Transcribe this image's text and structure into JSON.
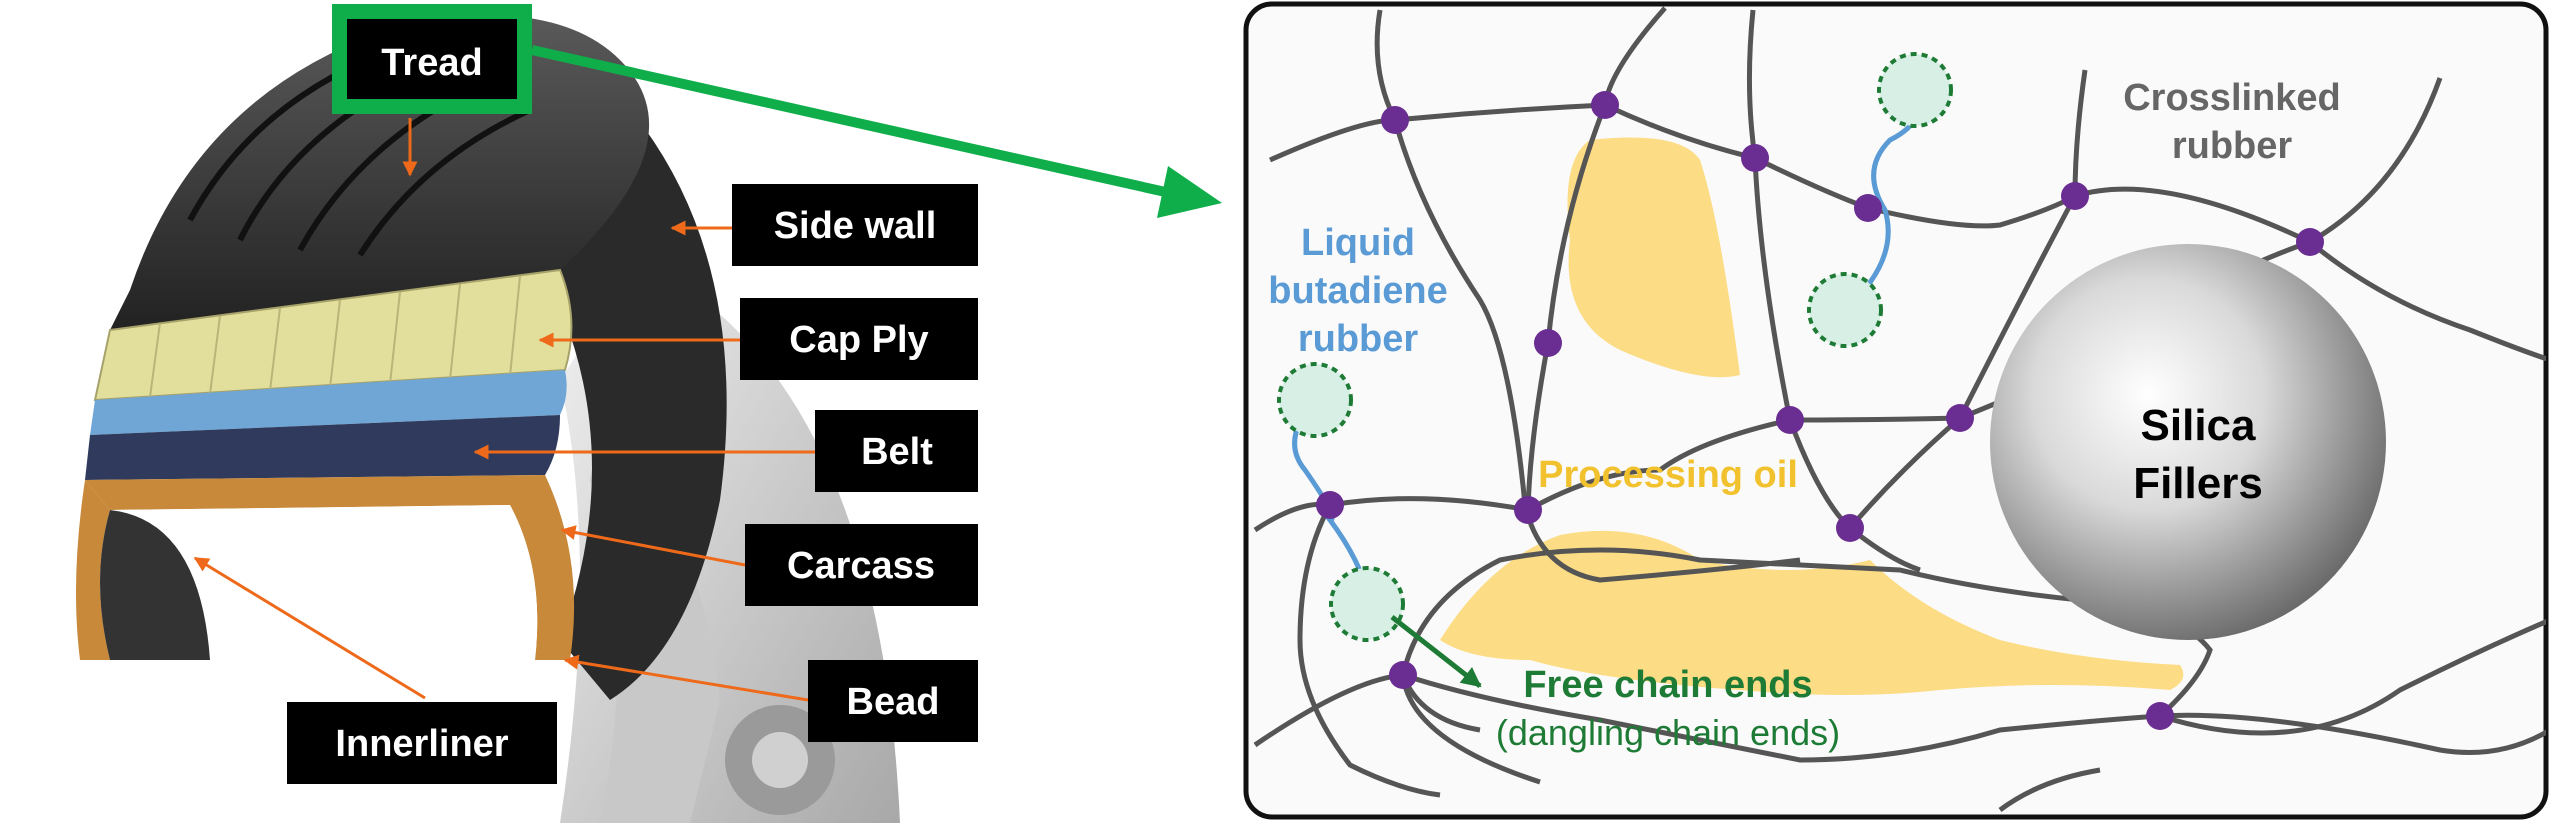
{
  "tire_labels": {
    "tread": "Tread",
    "side_wall": "Side wall",
    "cap_ply": "Cap Ply",
    "belt": "Belt",
    "carcass": "Carcass",
    "bead": "Bead",
    "innerliner": "Innerliner"
  },
  "network_labels": {
    "crosslinked_1": "Crosslinked",
    "crosslinked_2": "rubber",
    "liquid_1": "Liquid",
    "liquid_2": "butadiene",
    "liquid_3": "rubber",
    "processing_oil": "Processing oil",
    "silica_1": "Silica",
    "silica_2": "Fillers",
    "free_ends": "Free chain ends",
    "dangling": "(dangling chain ends)"
  },
  "colors": {
    "callout_arrow": "#ee6a1a",
    "tread_box": "#0fae4b",
    "chain": "#555555",
    "crosslink": "#6a2d91",
    "liquid_rubber": "#5b9bd5",
    "oil": "#fcdc84",
    "free_end_text": "#1e7b35",
    "chain_end_circle": "#1e7b35"
  }
}
